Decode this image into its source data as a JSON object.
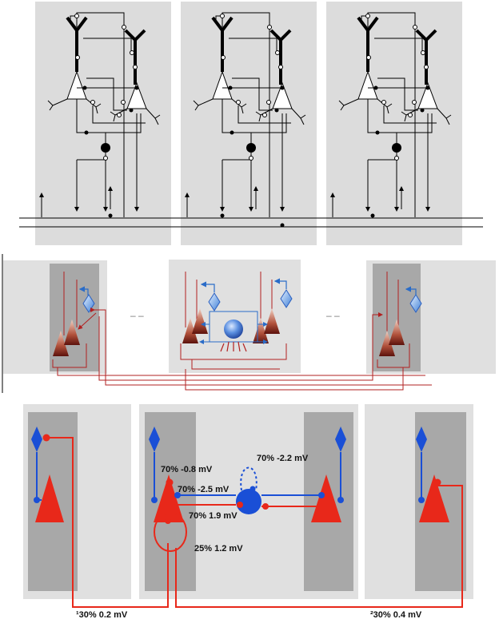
{
  "panel_c": {
    "labels": {
      "syn_pyr_to_basket": "70% -0.8 mV",
      "syn_autapse": "70% -2.2 mV",
      "syn_basket_to_pyr": "70% -2.5 mV",
      "syn_pyr_to_basket_2": "70% 1.9 mV",
      "syn_recurrent": "25% 1.2 mV",
      "syn_long_range_1": "¹30% 0.2 mV",
      "syn_long_range_2": "²30% 0.4 mV"
    }
  },
  "panel_b": {
    "separator_left": "– –",
    "separator_right": "– –"
  },
  "colors": {
    "excitatory": "#e8281a",
    "inhibitory": "#1a4fd6",
    "wire_b": "#b22020",
    "panel_bg": "#e0e0e0",
    "column_bg": "#a8a8a8"
  }
}
